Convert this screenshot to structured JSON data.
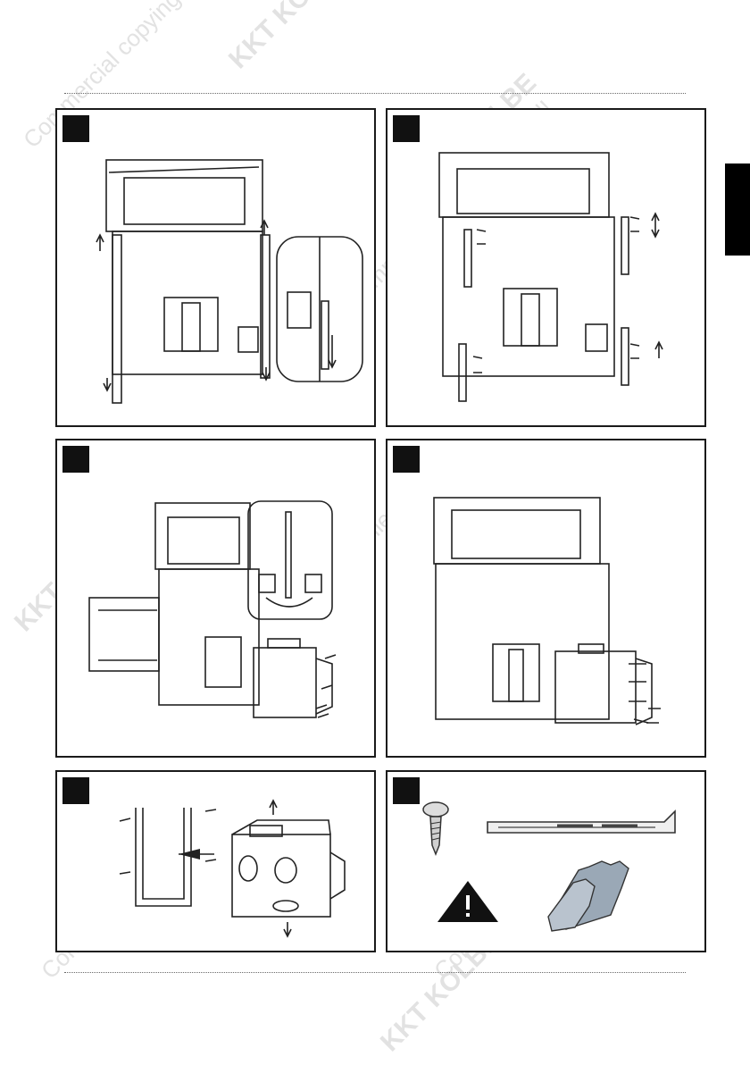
{
  "watermark": {
    "brand": "KKT KOLBE",
    "note": "Commercial copying illegal!"
  },
  "language_tab": {
    "color": "#000000"
  },
  "panels": [
    {
      "id": "1",
      "content": "downdraft-hood-extend-rails"
    },
    {
      "id": "2",
      "content": "downdraft-hood-mount-rails"
    },
    {
      "id": "3",
      "content": "downdraft-hood-motor-side"
    },
    {
      "id": "4",
      "content": "downdraft-hood-motor-rear"
    },
    {
      "id": "5",
      "content": "motor-bracket-assembly"
    },
    {
      "id": "6",
      "content": "parts-screw-bracket-warning-gloves"
    }
  ]
}
